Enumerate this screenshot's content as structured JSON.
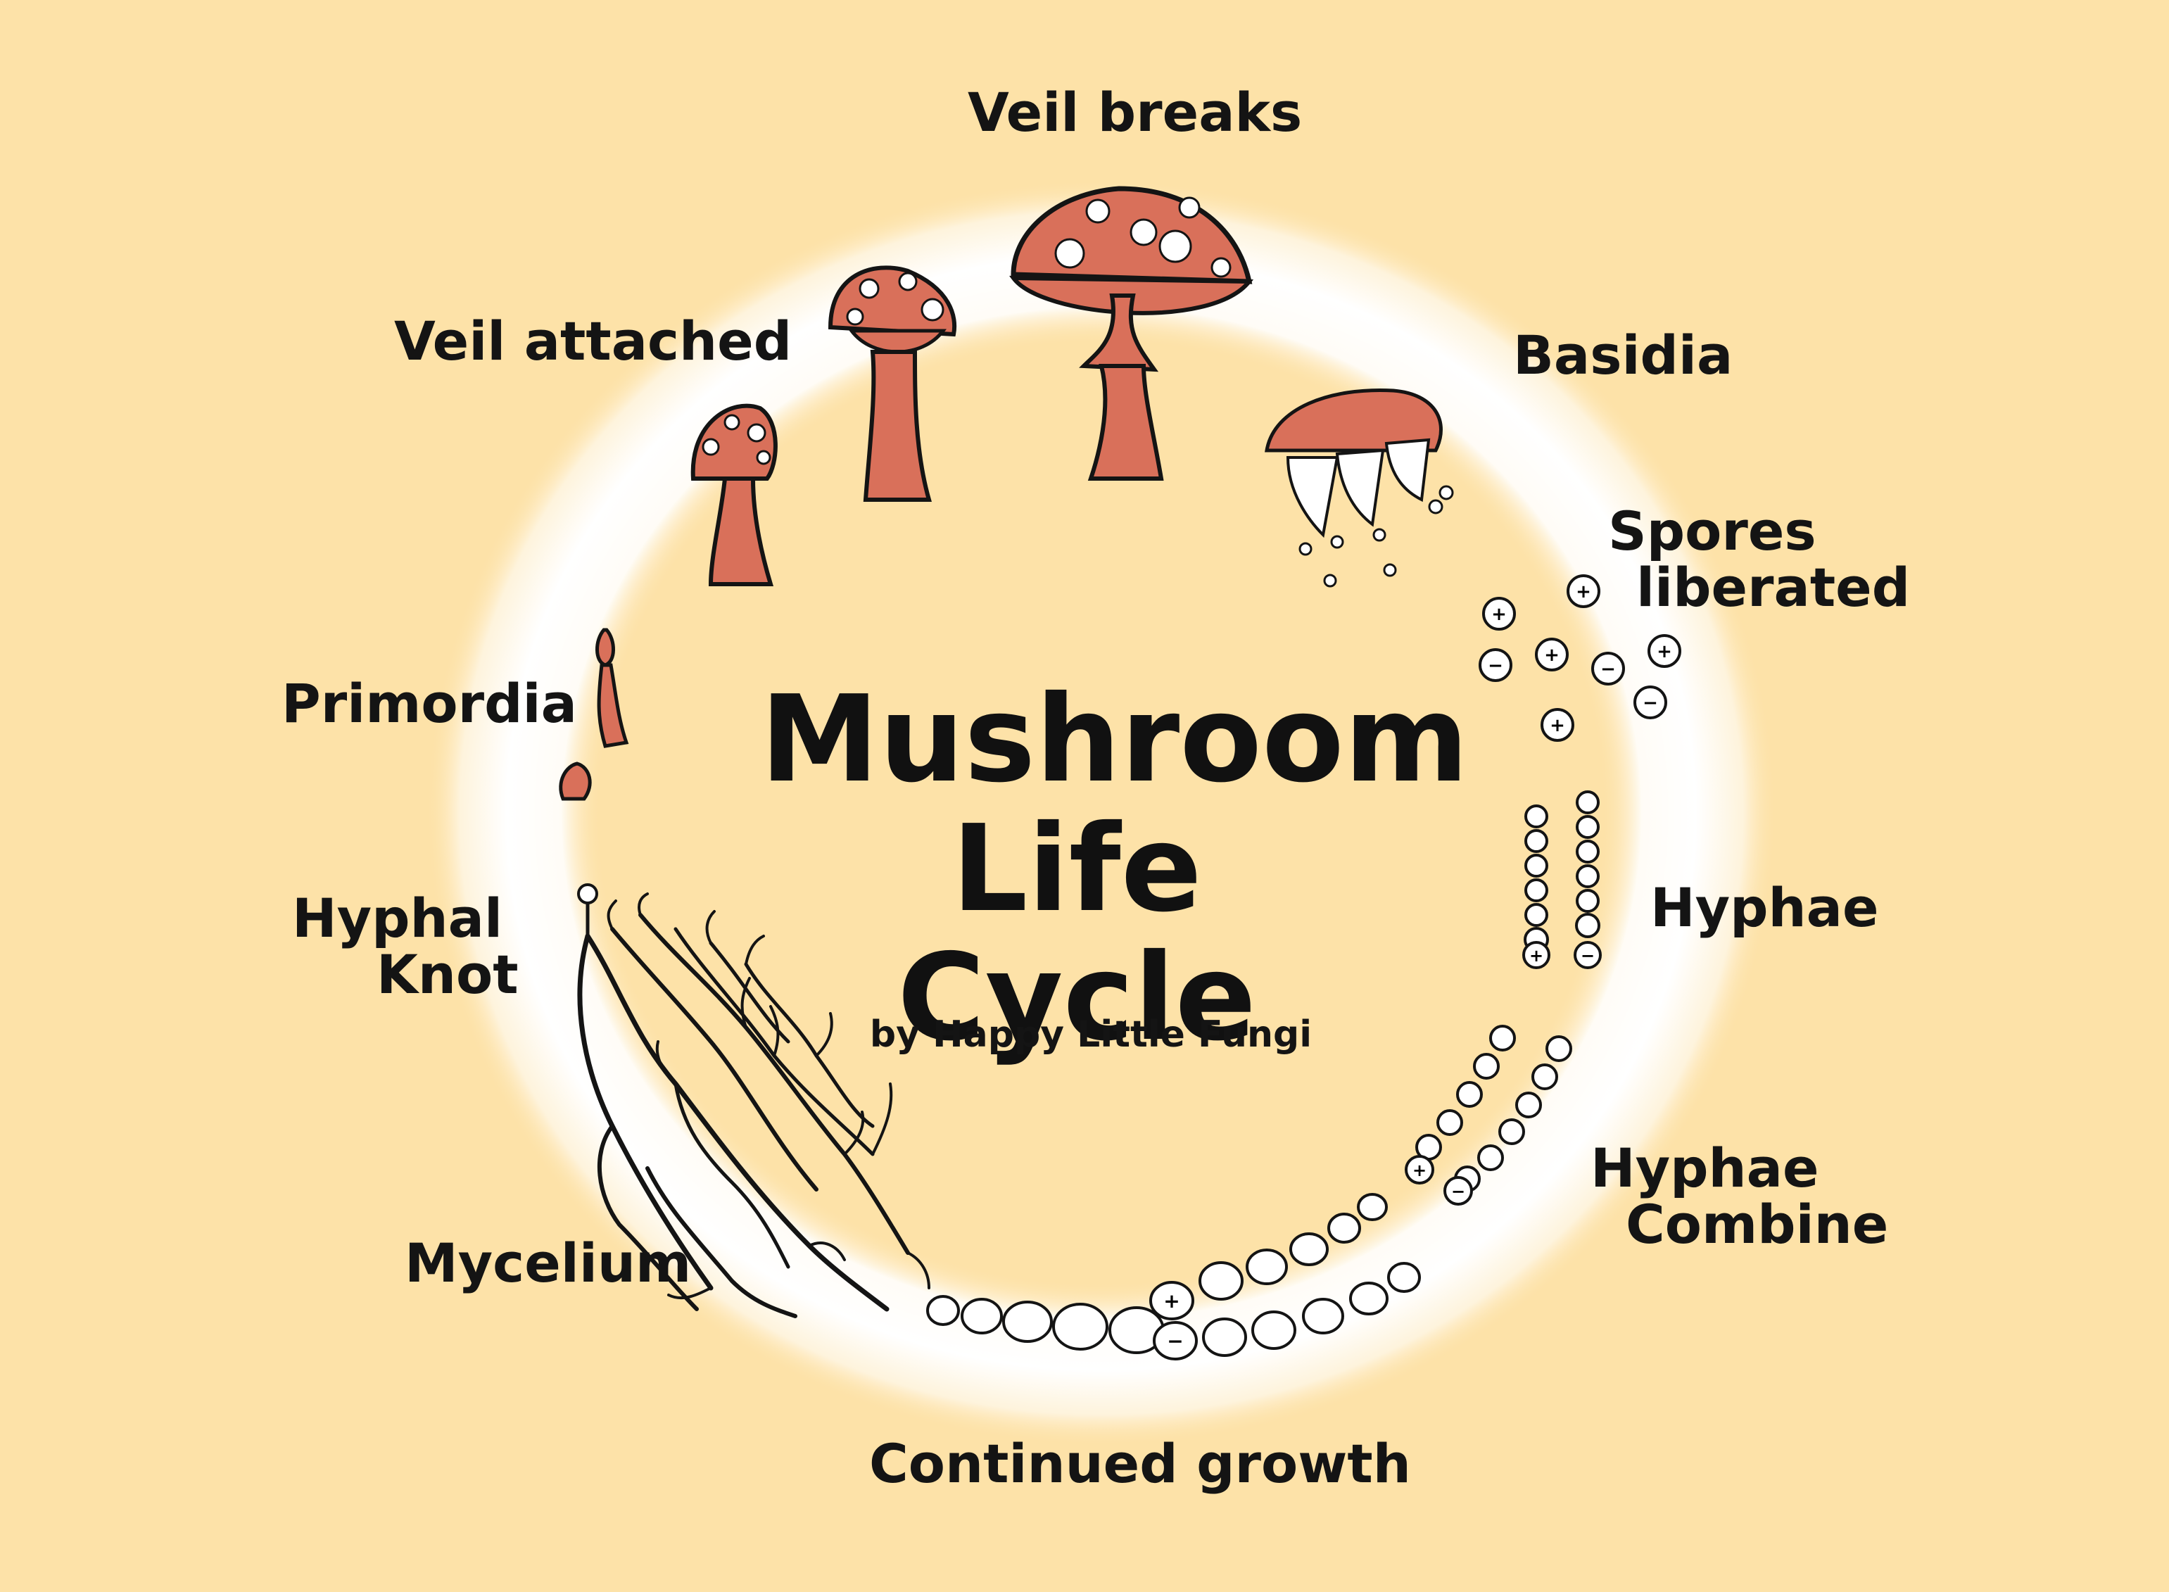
{
  "title": {
    "line1": "Mushroom",
    "line2": "Life Cycle"
  },
  "byline": "by Happy Little Fungi",
  "stages": {
    "veil_breaks": "Veil breaks",
    "veil_attached": "Veil attached",
    "basidia": "Basidia",
    "spores_liberated_1": "Spores",
    "spores_liberated_2": "liberated",
    "primordia": "Primordia",
    "hyphae": "Hyphae",
    "hyphal_knot_1": "Hyphal",
    "hyphal_knot_2": "Knot",
    "hyphae_combine_1": "Hyphae",
    "hyphae_combine_2": "Combine",
    "mycelium": "Mycelium",
    "continued_growth": "Continued growth"
  },
  "colors": {
    "background": "#fde2a8",
    "ring": "#ffffff",
    "mushroom": "#d9705a",
    "spot": "#ffffff",
    "ink": "#141414"
  },
  "icons": {
    "plus": "+",
    "minus": "−"
  }
}
